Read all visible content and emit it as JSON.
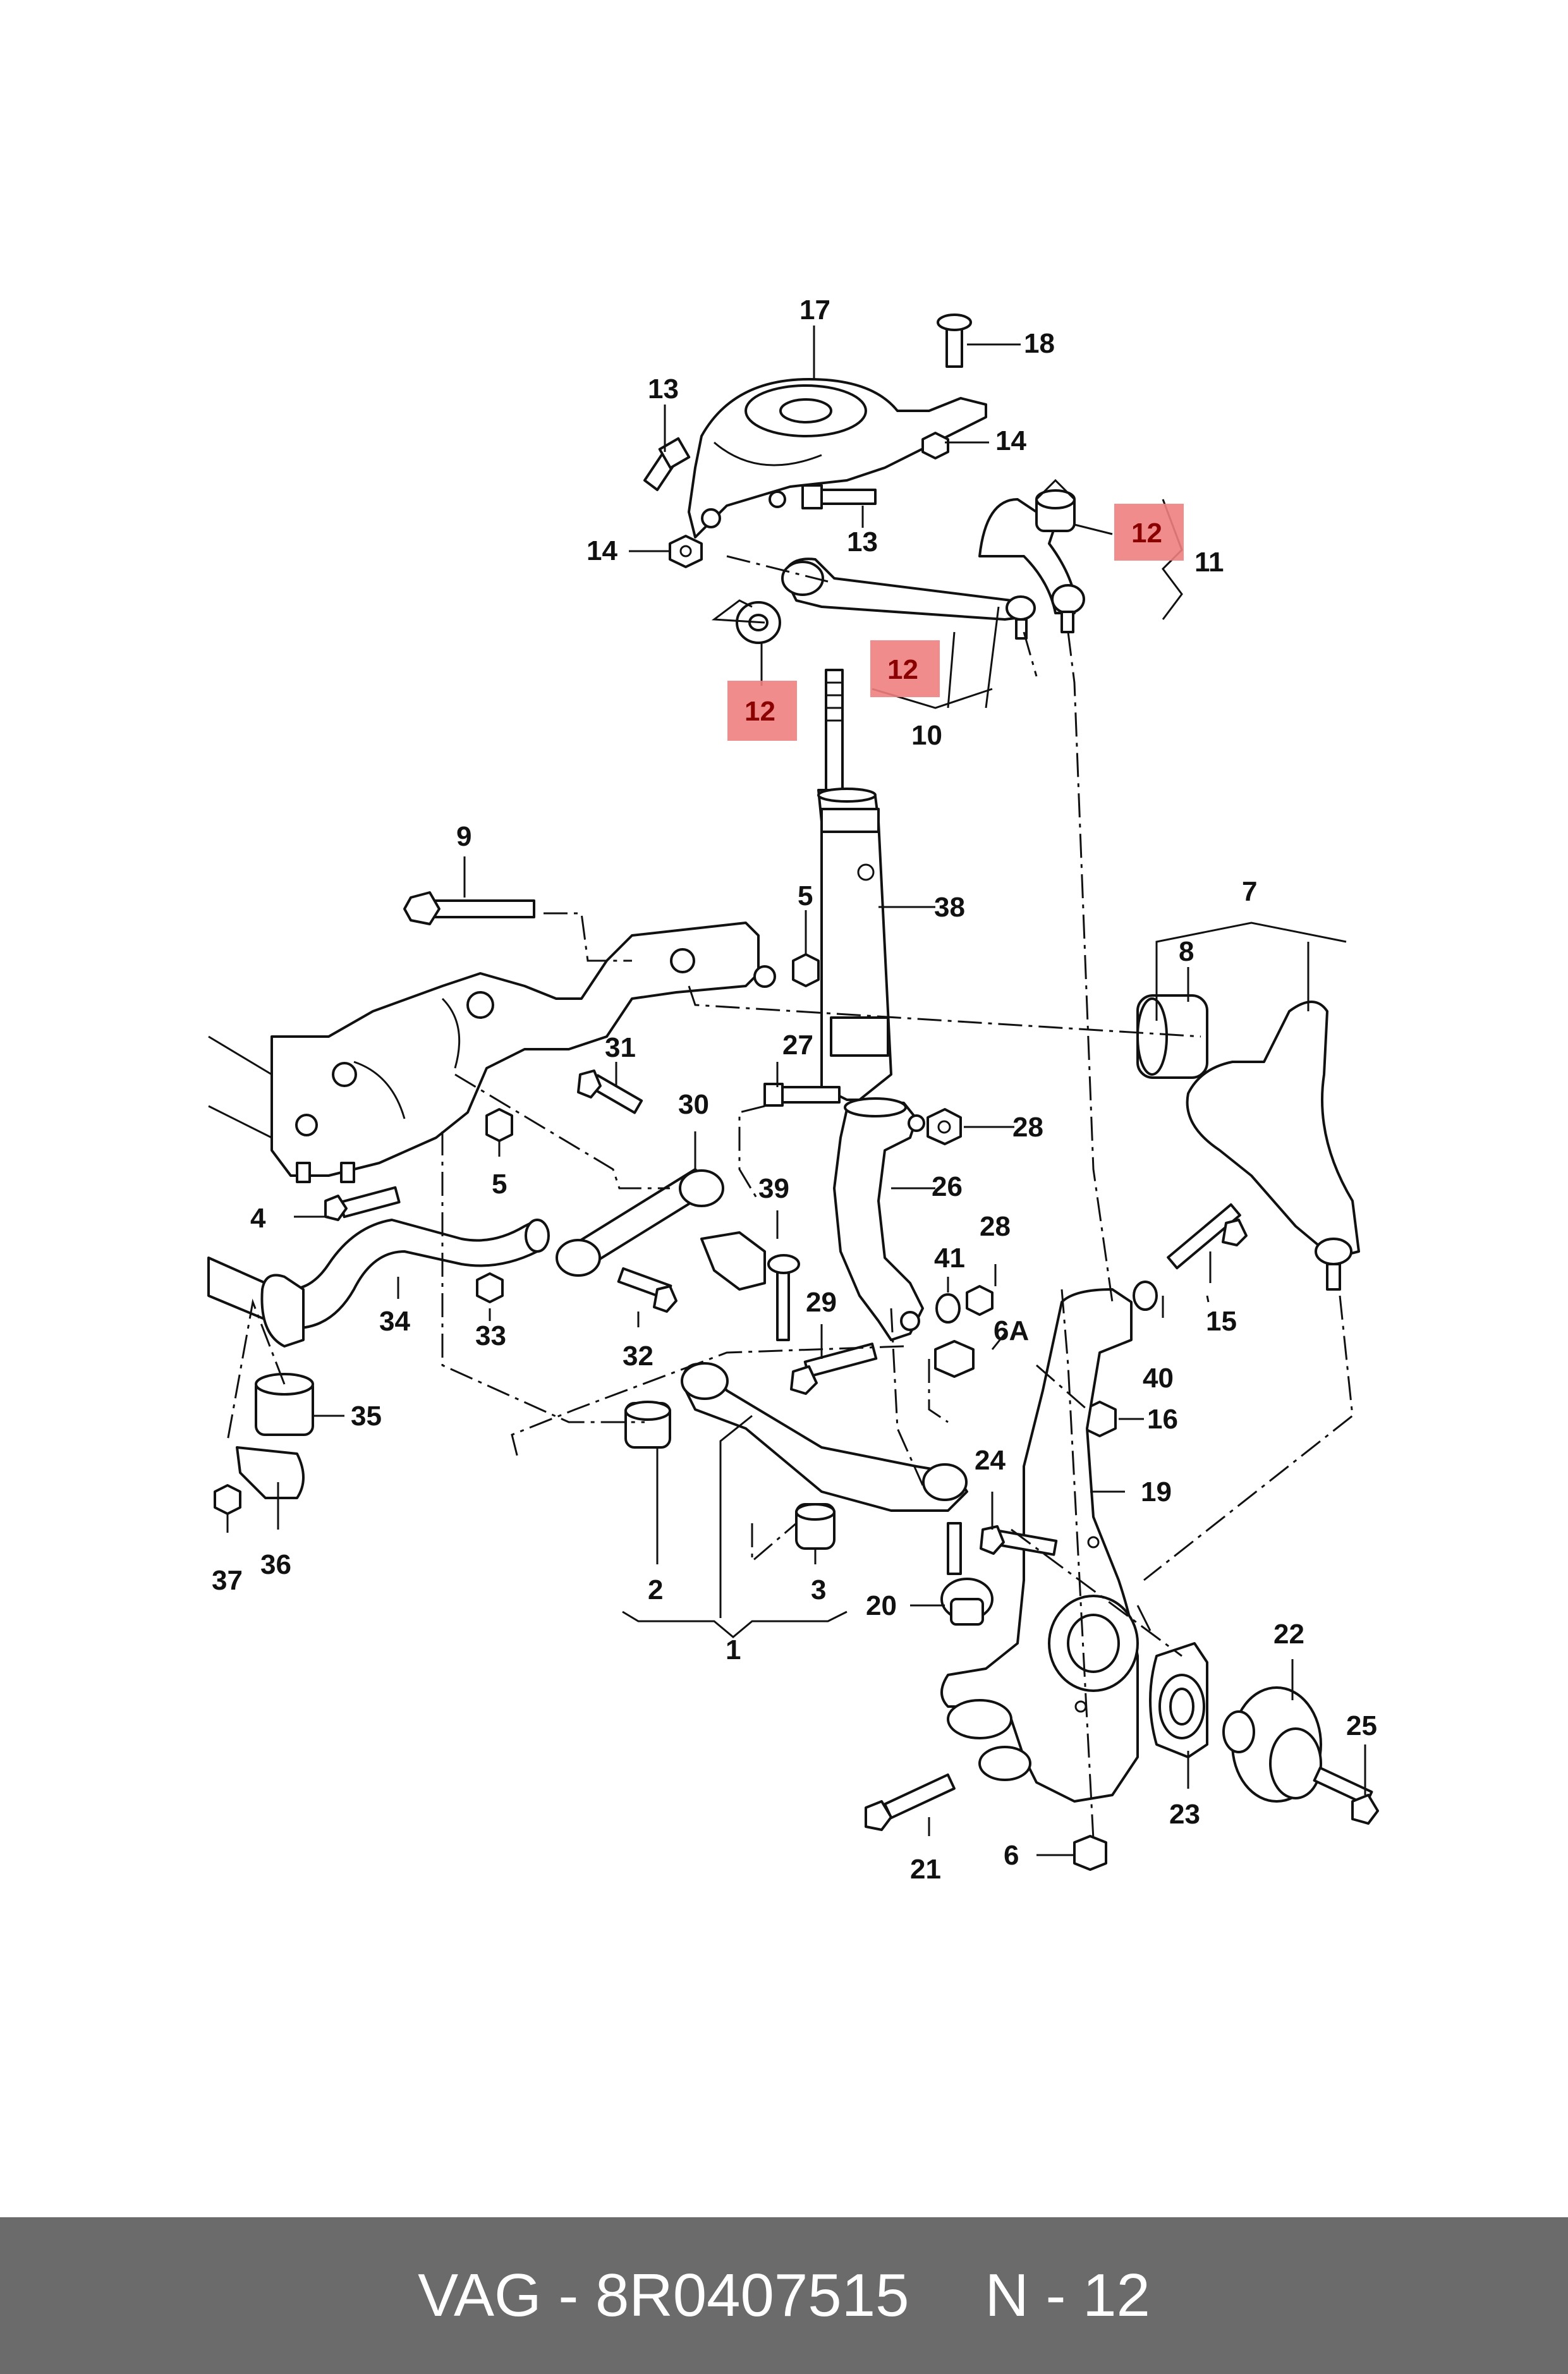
{
  "footer": {
    "brand_part": "VAG - 8R0407515",
    "ref": "N - 12"
  },
  "colors": {
    "footer_bg": "#6b6b6b",
    "footer_text": "#ffffff",
    "highlight": "#f08080",
    "highlight_text": "#8a0000",
    "line": "#111111"
  },
  "callouts": {
    "c1": "1",
    "c2": "2",
    "c3": "3",
    "c4": "4",
    "c5a": "5",
    "c5b": "5",
    "c6": "6",
    "c6a": "6A",
    "c7": "7",
    "c8": "8",
    "c9": "9",
    "c10": "10",
    "c11": "11",
    "c13a": "13",
    "c13b": "13",
    "c14a": "14",
    "c14b": "14",
    "c15": "15",
    "c16": "16",
    "c17": "17",
    "c18": "18",
    "c19": "19",
    "c20": "20",
    "c21": "21",
    "c22": "22",
    "c23": "23",
    "c24": "24",
    "c25": "25",
    "c26": "26",
    "c27": "27",
    "c28a": "28",
    "c28b": "28",
    "c29": "29",
    "c30": "30",
    "c31": "31",
    "c32": "32",
    "c33": "33",
    "c34": "34",
    "c35": "35",
    "c36": "36",
    "c37": "37",
    "c38": "38",
    "c39": "39",
    "c40": "40",
    "c41": "41"
  },
  "highlighted": {
    "h1": "12",
    "h2": "12",
    "h3": "12"
  }
}
